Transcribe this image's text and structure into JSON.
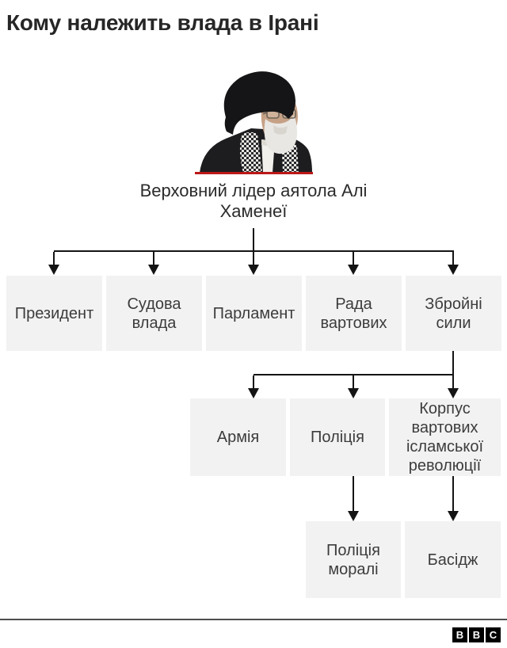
{
  "title": "Кому належить влада в Ірані",
  "leader": {
    "caption": "Верховний лідер аятола Алі Хаменеї"
  },
  "org": {
    "level1": [
      {
        "id": "president",
        "label": "Президент"
      },
      {
        "id": "judiciary",
        "label": "Судова влада"
      },
      {
        "id": "parliament",
        "label": "Парламент"
      },
      {
        "id": "guardian-council",
        "label": "Рада вартових"
      },
      {
        "id": "armed-forces",
        "label": "Збройні сили"
      }
    ],
    "level2": [
      {
        "id": "army",
        "label": "Армія"
      },
      {
        "id": "police",
        "label": "Поліція"
      },
      {
        "id": "irgc",
        "label": "Корпус вартових ісламської революції"
      }
    ],
    "level3": [
      {
        "id": "morality-police",
        "label": "Поліція моралі"
      },
      {
        "id": "basij",
        "label": "Басідж"
      }
    ]
  },
  "footer": {
    "logo_letters": [
      "B",
      "B",
      "C"
    ]
  },
  "colors": {
    "box_bg": "#f2f2f2",
    "box_text": "#3c3c3c",
    "line": "#141414",
    "accent_red": "#bb1919",
    "divider": "#4d4d4d"
  }
}
